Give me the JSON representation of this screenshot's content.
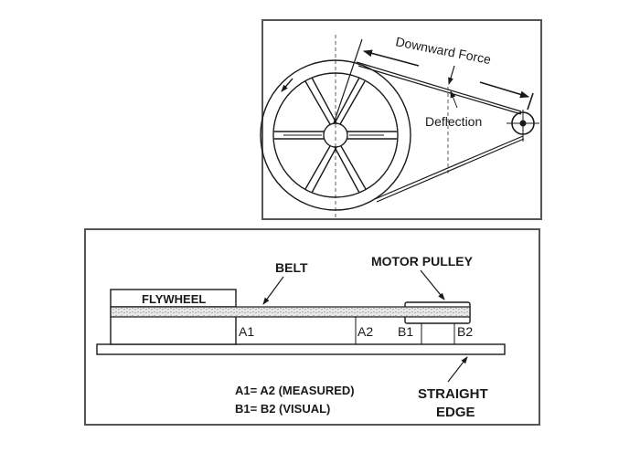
{
  "top_diagram": {
    "labels": {
      "downward_force": "Downward Force",
      "deflection": "Deflection"
    }
  },
  "bottom_diagram": {
    "labels": {
      "belt": "BELT",
      "motor_pulley": "MOTOR PULLEY",
      "flywheel": "FLYWHEEL",
      "a1": "A1",
      "a2": "A2",
      "b1": "B1",
      "b2": "B2",
      "straight_edge_line1": "STRAIGHT",
      "straight_edge_line2": "EDGE"
    },
    "notes": {
      "measured": "A1= A2 (MEASURED)",
      "visual": "B1= B2 (VISUAL)"
    }
  },
  "colors": {
    "stroke": "#1a1a1a",
    "frame": "#555555",
    "background": "#ffffff"
  }
}
